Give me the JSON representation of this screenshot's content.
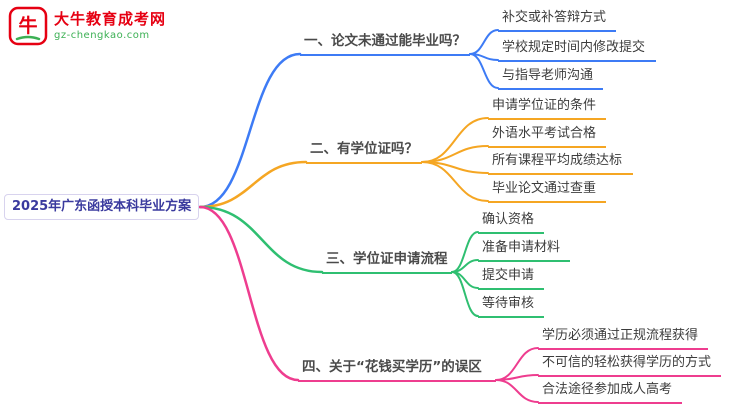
{
  "logo": {
    "title": "大牛教育成考网",
    "subtitle": "gz-chengkao.com",
    "brand_red": "#e60012",
    "brand_green": "#3cb054"
  },
  "root": {
    "label": "2025年广东函授本科毕业方案",
    "color": "#3a3a9e"
  },
  "branches": [
    {
      "label": "一、论文未通过能毕业吗？",
      "color": "#3d7bf5",
      "children": [
        "补交或补答辩方式",
        "学校规定时间内修改提交",
        "与指导老师沟通"
      ]
    },
    {
      "label": "二、有学位证吗？",
      "color": "#f5a623",
      "children": [
        "申请学位证的条件",
        "外语水平考试合格",
        "所有课程平均成绩达标",
        "毕业论文通过查重"
      ]
    },
    {
      "label": "三、学位证申请流程",
      "color": "#2fbf71",
      "children": [
        "确认资格",
        "准备申请材料",
        "提交申请",
        "等待审核"
      ]
    },
    {
      "label": "四、关于“花钱买学历”的误区",
      "color": "#ee3d8f",
      "children": [
        "学历必须通过正规流程获得",
        "不可信的轻松获得学历的方式",
        "合法途径参加成人高考"
      ]
    }
  ]
}
